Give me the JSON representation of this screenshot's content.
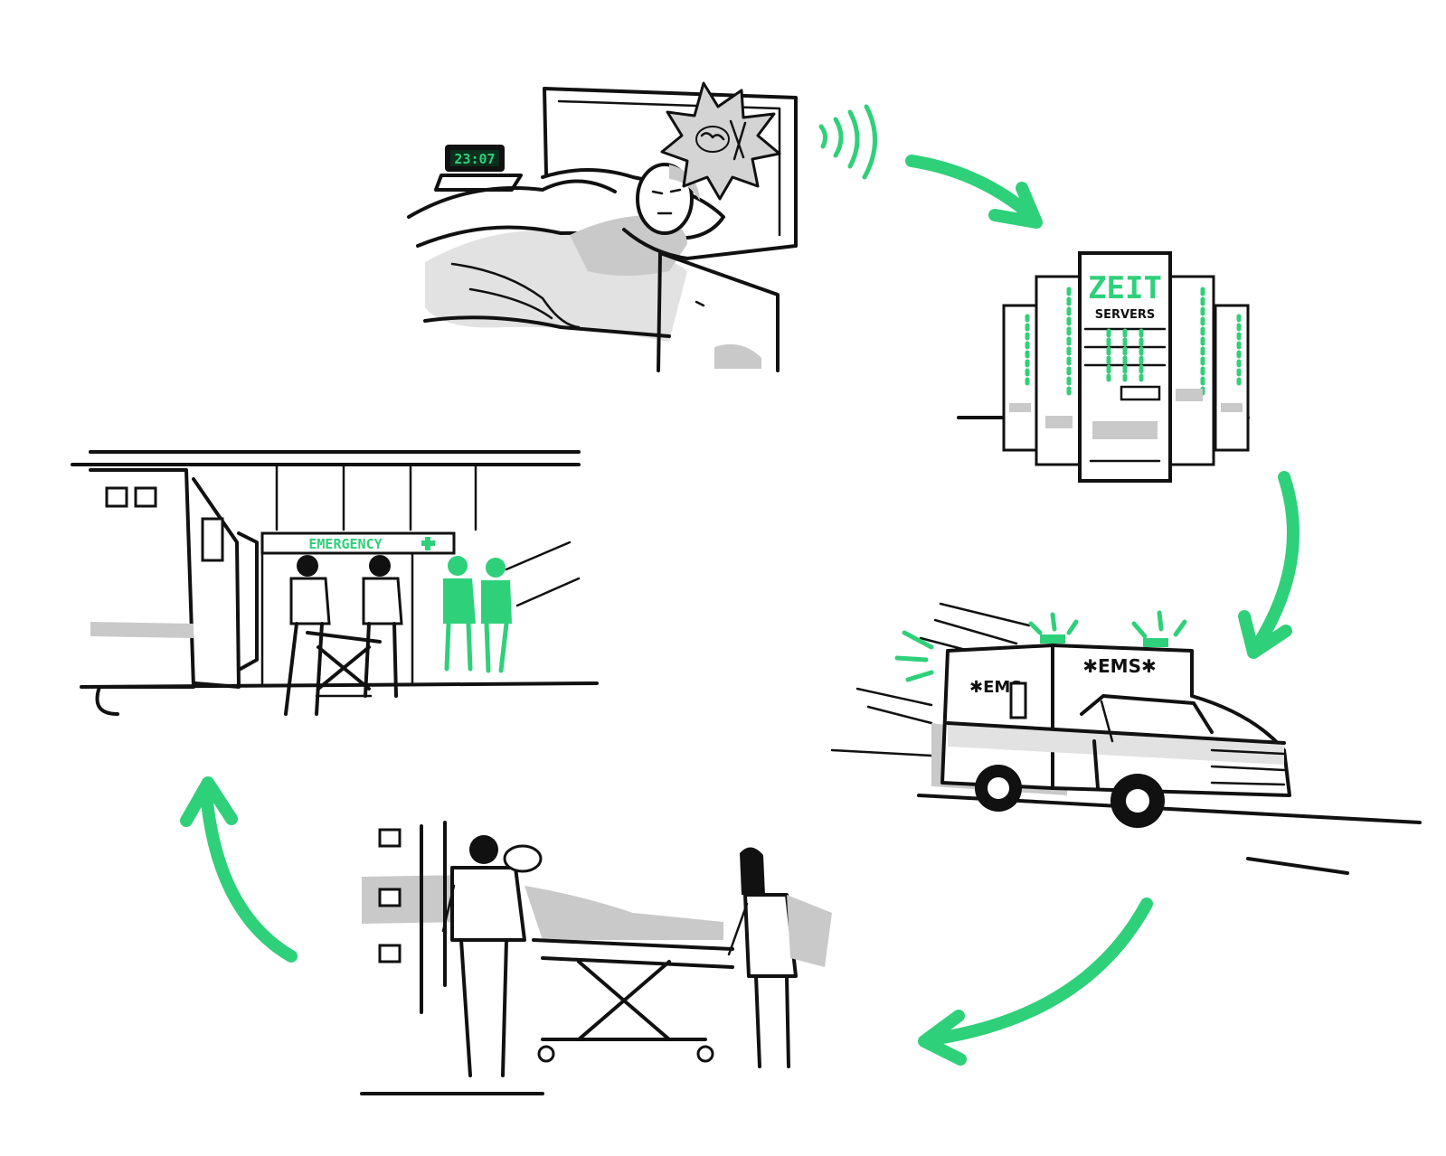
{
  "scenes": {
    "bedroom": {
      "clock_time": "23:07"
    },
    "servers": {
      "title": "ZEIT",
      "subtitle": "SERVERS"
    },
    "ambulance": {
      "side_label": "✱EMS",
      "front_label": "✱EMS✱"
    },
    "hospital": {
      "sign_label": "EMERGENCY"
    }
  },
  "colors": {
    "accent": "#2fd07a",
    "ink": "#111111",
    "shade": "#c9c9c9"
  }
}
